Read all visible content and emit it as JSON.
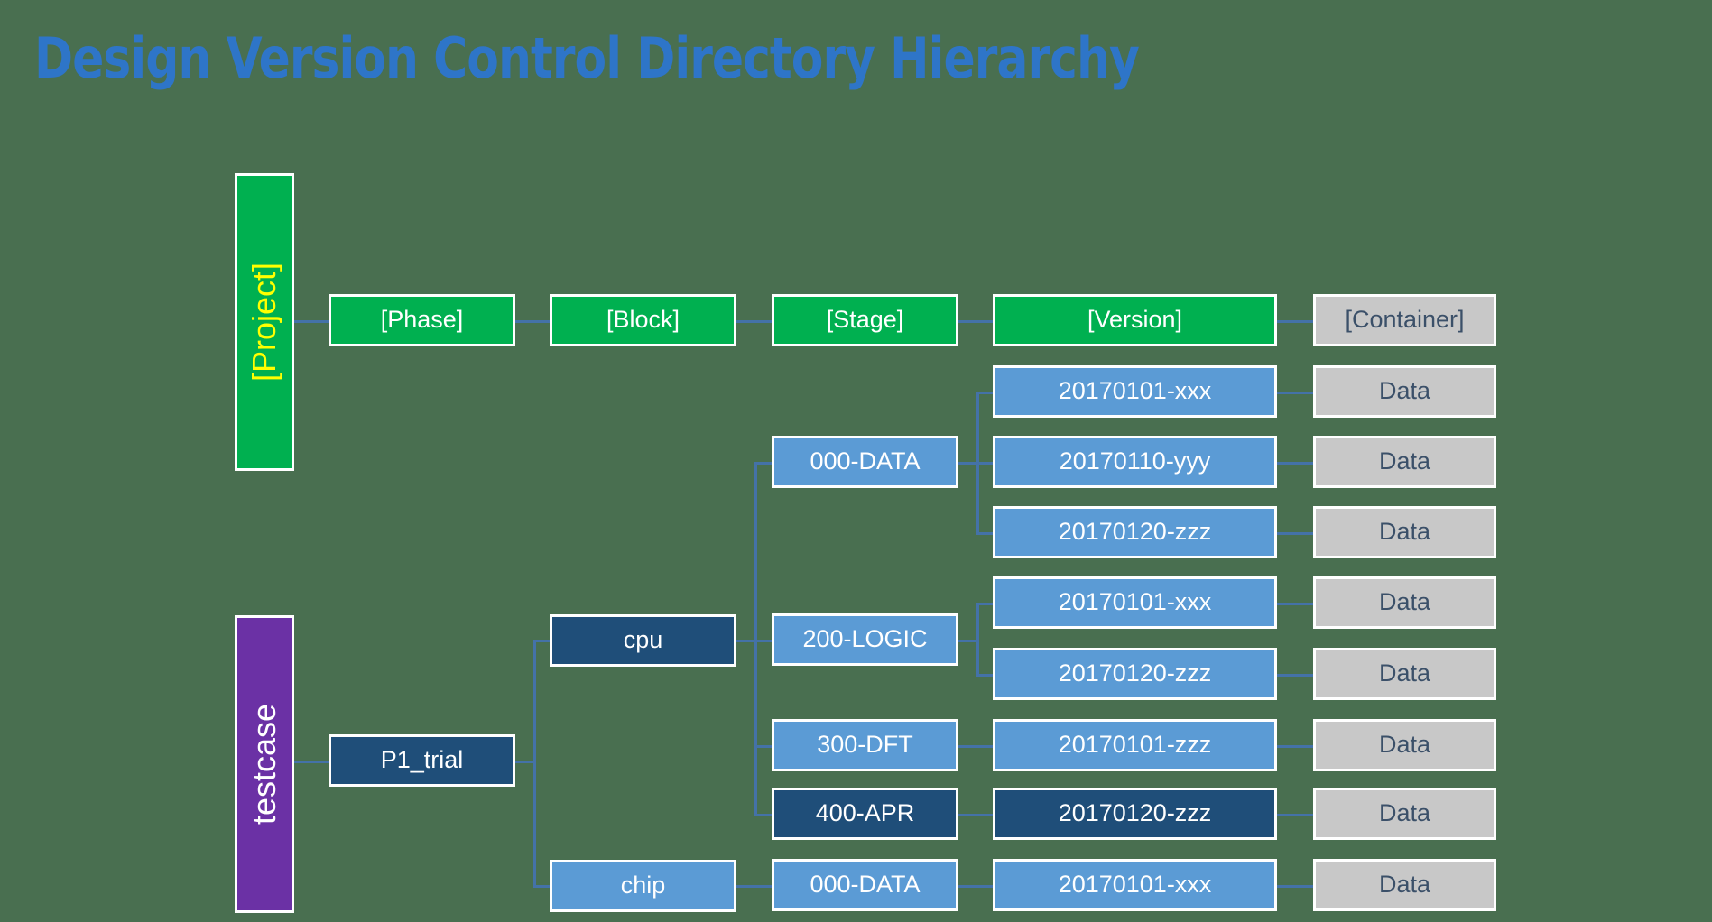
{
  "page": {
    "title": "Design Version Control Directory Hierarchy",
    "background_color": "#496F50",
    "title_color": "#2E75C8"
  },
  "palette": {
    "green": "#00B050",
    "light_blue": "#5B9BD5",
    "navy": "#1F4E79",
    "gray": "#C8C8C8",
    "purple": "#6B31A5",
    "connector": "#4472A8",
    "border": "#FFFFFF",
    "yellow_text": "#FFFF00",
    "gray_text": "#3B5069"
  },
  "legend_row": {
    "project": "[Project]",
    "phase": "[Phase]",
    "block": "[Block]",
    "stage": "[Stage]",
    "version": "[Version]",
    "container": "[Container]"
  },
  "example_root": {
    "project": "testcase",
    "phase": "P1_trial"
  },
  "blocks": [
    {
      "name": "cpu",
      "style": "navy"
    },
    {
      "name": "chip",
      "style": "blue"
    }
  ],
  "stages": [
    {
      "name": "000-DATA",
      "style": "blue"
    },
    {
      "name": "200-LOGIC",
      "style": "blue"
    },
    {
      "name": "300-DFT",
      "style": "blue"
    },
    {
      "name": "400-APR",
      "style": "navy"
    },
    {
      "name": "000-DATA",
      "style": "blue"
    }
  ],
  "versions": [
    {
      "name": "20170101-xxx",
      "style": "blue",
      "stage": "000-DATA",
      "block": "cpu"
    },
    {
      "name": "20170110-yyy",
      "style": "blue",
      "stage": "000-DATA",
      "block": "cpu"
    },
    {
      "name": "20170120-zzz",
      "style": "blue",
      "stage": "000-DATA",
      "block": "cpu"
    },
    {
      "name": "20170101-xxx",
      "style": "blue",
      "stage": "200-LOGIC",
      "block": "cpu"
    },
    {
      "name": "20170120-zzz",
      "style": "blue",
      "stage": "200-LOGIC",
      "block": "cpu"
    },
    {
      "name": "20170101-zzz",
      "style": "blue",
      "stage": "300-DFT",
      "block": "cpu"
    },
    {
      "name": "20170120-zzz",
      "style": "navy",
      "stage": "400-APR",
      "block": "cpu"
    },
    {
      "name": "20170101-xxx",
      "style": "blue",
      "stage": "000-DATA",
      "block": "chip"
    }
  ],
  "containers": [
    {
      "name": "Data"
    },
    {
      "name": "Data"
    },
    {
      "name": "Data"
    },
    {
      "name": "Data"
    },
    {
      "name": "Data"
    },
    {
      "name": "Data"
    },
    {
      "name": "Data"
    },
    {
      "name": "Data"
    }
  ]
}
